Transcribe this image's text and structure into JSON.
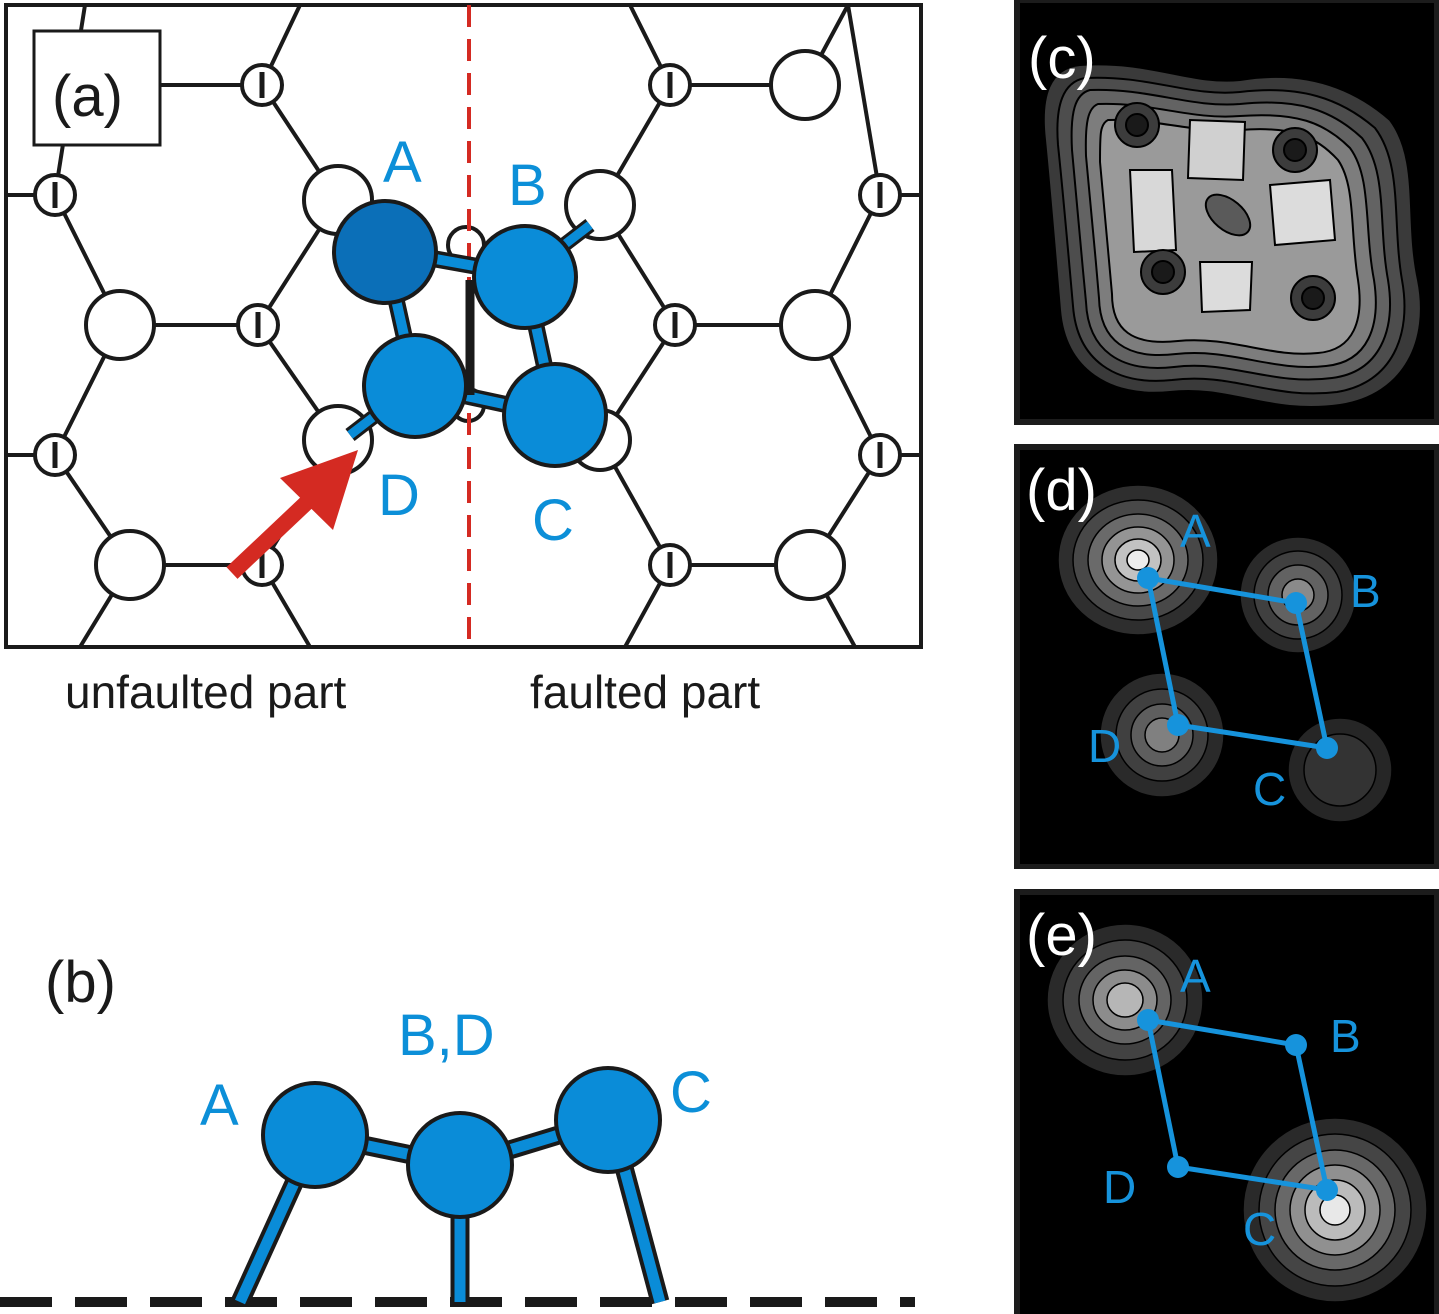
{
  "colors": {
    "atom_blue": "#0a8cd8",
    "atom_dark_blue": "#0b6fb8",
    "fault_line_red": "#d42a22",
    "arrow_red": "#d42a22",
    "lattice_black": "#1a1a1a",
    "label_blue": "#0c8fd8"
  },
  "panel_a": {
    "label": "(a)",
    "atoms": {
      "A": "A",
      "B": "B",
      "C": "C",
      "D": "D"
    },
    "caption_left": "unfaulted part",
    "caption_right": "faulted part"
  },
  "panel_b": {
    "label": "(b)",
    "atoms": {
      "A": "A",
      "BD": "B,D",
      "C": "C"
    }
  },
  "panel_c": {
    "label": "(c)"
  },
  "panel_d": {
    "label": "(d)",
    "atoms": {
      "A": "A",
      "B": "B",
      "C": "C",
      "D": "D"
    }
  },
  "panel_e": {
    "label": "(e)",
    "atoms": {
      "A": "A",
      "B": "B",
      "C": "C",
      "D": "D"
    }
  }
}
